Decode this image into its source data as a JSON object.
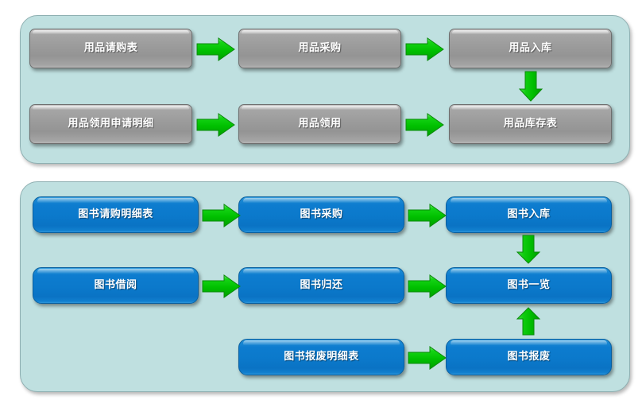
{
  "diagram": {
    "title": "",
    "type": "flowchart",
    "background_color": "#ffffff",
    "panel_fill": "#bfe0e0",
    "panel_border": "#8fb0b2",
    "arrow_color": "#00c000",
    "groups": [
      {
        "id": "supplies-group",
        "name": "supplies-flow-panel",
        "node_style": "gray",
        "node_fill": "#9a9a9a",
        "nodes": [
          {
            "id": "n1",
            "label": "用品请购表",
            "row": 1,
            "col": 1
          },
          {
            "id": "n2",
            "label": "用品采购",
            "row": 1,
            "col": 2
          },
          {
            "id": "n3",
            "label": "用品入库",
            "row": 1,
            "col": 3
          },
          {
            "id": "n4",
            "label": "用品领用申请明细",
            "row": 2,
            "col": 1
          },
          {
            "id": "n5",
            "label": "用品领用",
            "row": 2,
            "col": 2
          },
          {
            "id": "n6",
            "label": "用品库存表",
            "row": 2,
            "col": 3
          }
        ],
        "edges": [
          {
            "from": "n1",
            "to": "n2",
            "direction": "right"
          },
          {
            "from": "n2",
            "to": "n3",
            "direction": "right"
          },
          {
            "from": "n3",
            "to": "n6",
            "direction": "down"
          },
          {
            "from": "n4",
            "to": "n5",
            "direction": "right"
          },
          {
            "from": "n5",
            "to": "n6",
            "direction": "right"
          }
        ]
      },
      {
        "id": "books-group",
        "name": "books-flow-panel",
        "node_style": "blue",
        "node_fill": "#0d7ccf",
        "nodes": [
          {
            "id": "b1",
            "label": "图书请购明细表",
            "row": 1,
            "col": 1
          },
          {
            "id": "b2",
            "label": "图书采购",
            "row": 1,
            "col": 2
          },
          {
            "id": "b3",
            "label": "图书入库",
            "row": 1,
            "col": 3
          },
          {
            "id": "b4",
            "label": "图书借阅",
            "row": 2,
            "col": 1
          },
          {
            "id": "b5",
            "label": "图书归还",
            "row": 2,
            "col": 2
          },
          {
            "id": "b6",
            "label": "图书一览",
            "row": 2,
            "col": 3
          },
          {
            "id": "b7",
            "label": "图书报废明细表",
            "row": 3,
            "col": 2
          },
          {
            "id": "b8",
            "label": "图书报废",
            "row": 3,
            "col": 3
          }
        ],
        "edges": [
          {
            "from": "b1",
            "to": "b2",
            "direction": "right"
          },
          {
            "from": "b2",
            "to": "b3",
            "direction": "right"
          },
          {
            "from": "b3",
            "to": "b6",
            "direction": "down"
          },
          {
            "from": "b4",
            "to": "b5",
            "direction": "right"
          },
          {
            "from": "b5",
            "to": "b6",
            "direction": "right"
          },
          {
            "from": "b7",
            "to": "b8",
            "direction": "right"
          },
          {
            "from": "b8",
            "to": "b6",
            "direction": "up"
          }
        ]
      }
    ]
  }
}
